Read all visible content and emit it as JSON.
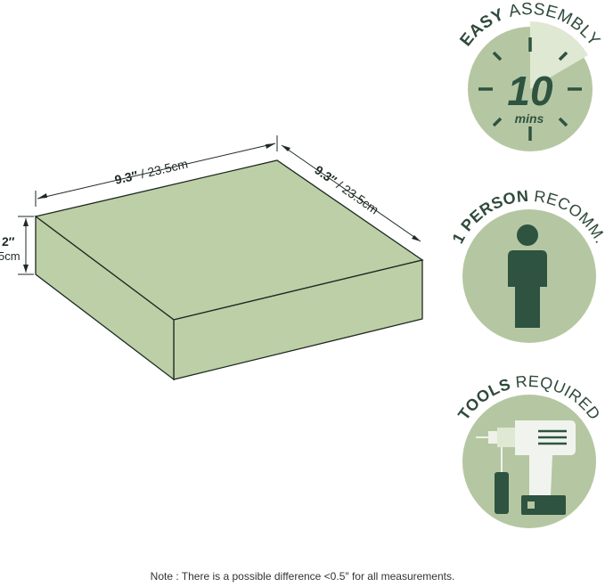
{
  "product": {
    "width_in": "9.3″",
    "width_cm": "23.5cm",
    "depth_in": "9.3″",
    "depth_cm": "23.5cm",
    "height_in": "2″",
    "height_cm": "5cm"
  },
  "badges": {
    "assembly": {
      "bold": "EASY",
      "regular": "ASSEMBLY",
      "number": "10",
      "unit": "mins"
    },
    "person": {
      "bold": "1 PERSON",
      "regular": "RECOMM."
    },
    "tools": {
      "bold": "TOOLS",
      "regular": "REQUIRED"
    }
  },
  "note": "Note : There is a possible difference <0.5″ for all measurements.",
  "colors": {
    "box_fill": "#bccfa7",
    "box_stroke": "#1e2a22",
    "badge_fill": "#b5c7a2",
    "badge_dark": "#2e5340",
    "badge_light": "#dfe8d2",
    "text_dark": "#2f4a3a"
  }
}
